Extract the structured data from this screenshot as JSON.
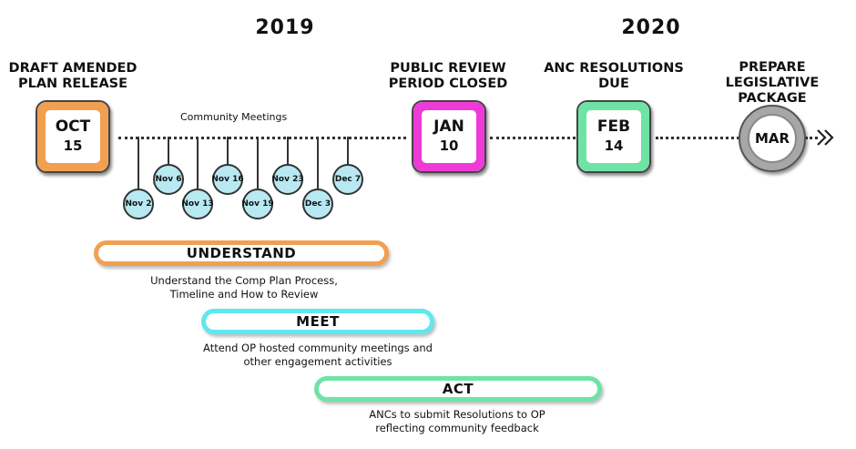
{
  "years": {
    "y2019": "2019",
    "y2020": "2020"
  },
  "milestones": {
    "oct": {
      "title_line1": "DRAFT AMENDED",
      "title_line2": "PLAN RELEASE",
      "month": "OCT",
      "day": "15",
      "color": "#f0a050"
    },
    "jan": {
      "title_line1": "PUBLIC REVIEW",
      "title_line2": "PERIOD CLOSED",
      "month": "JAN",
      "day": "10",
      "color": "#ee3bd7"
    },
    "feb": {
      "title_line1": "ANC RESOLUTIONS",
      "title_line2": "DUE",
      "month": "FEB",
      "day": "14",
      "color": "#6fe3a6"
    },
    "mar": {
      "title_line1": "PREPARE",
      "title_line2": "LEGISLATIVE",
      "title_line3": "PACKAGE",
      "month": "MAR",
      "color": "#a7a7a7"
    }
  },
  "community_meetings": {
    "label": "Community Meetings",
    "dates": [
      "Nov 2",
      "Nov 6",
      "Nov 13",
      "Nov 16",
      "Nov 19",
      "Nov 23",
      "Dec 3",
      "Dec 7"
    ],
    "color": "#b8e9f3"
  },
  "phases": {
    "understand": {
      "title": "UNDERSTAND",
      "desc_line1": "Understand the Comp Plan Process,",
      "desc_line2": "Timeline and How to Review",
      "color": "#f0a050"
    },
    "meet": {
      "title": "MEET",
      "desc_line1": "Attend OP hosted community meetings and",
      "desc_line2": "other engagement activities",
      "color": "#5ee8f0"
    },
    "act": {
      "title": "ACT",
      "desc_line1": "ANCs to submit Resolutions to OP",
      "desc_line2": "reflecting community feedback",
      "color": "#6fe3a6"
    }
  }
}
